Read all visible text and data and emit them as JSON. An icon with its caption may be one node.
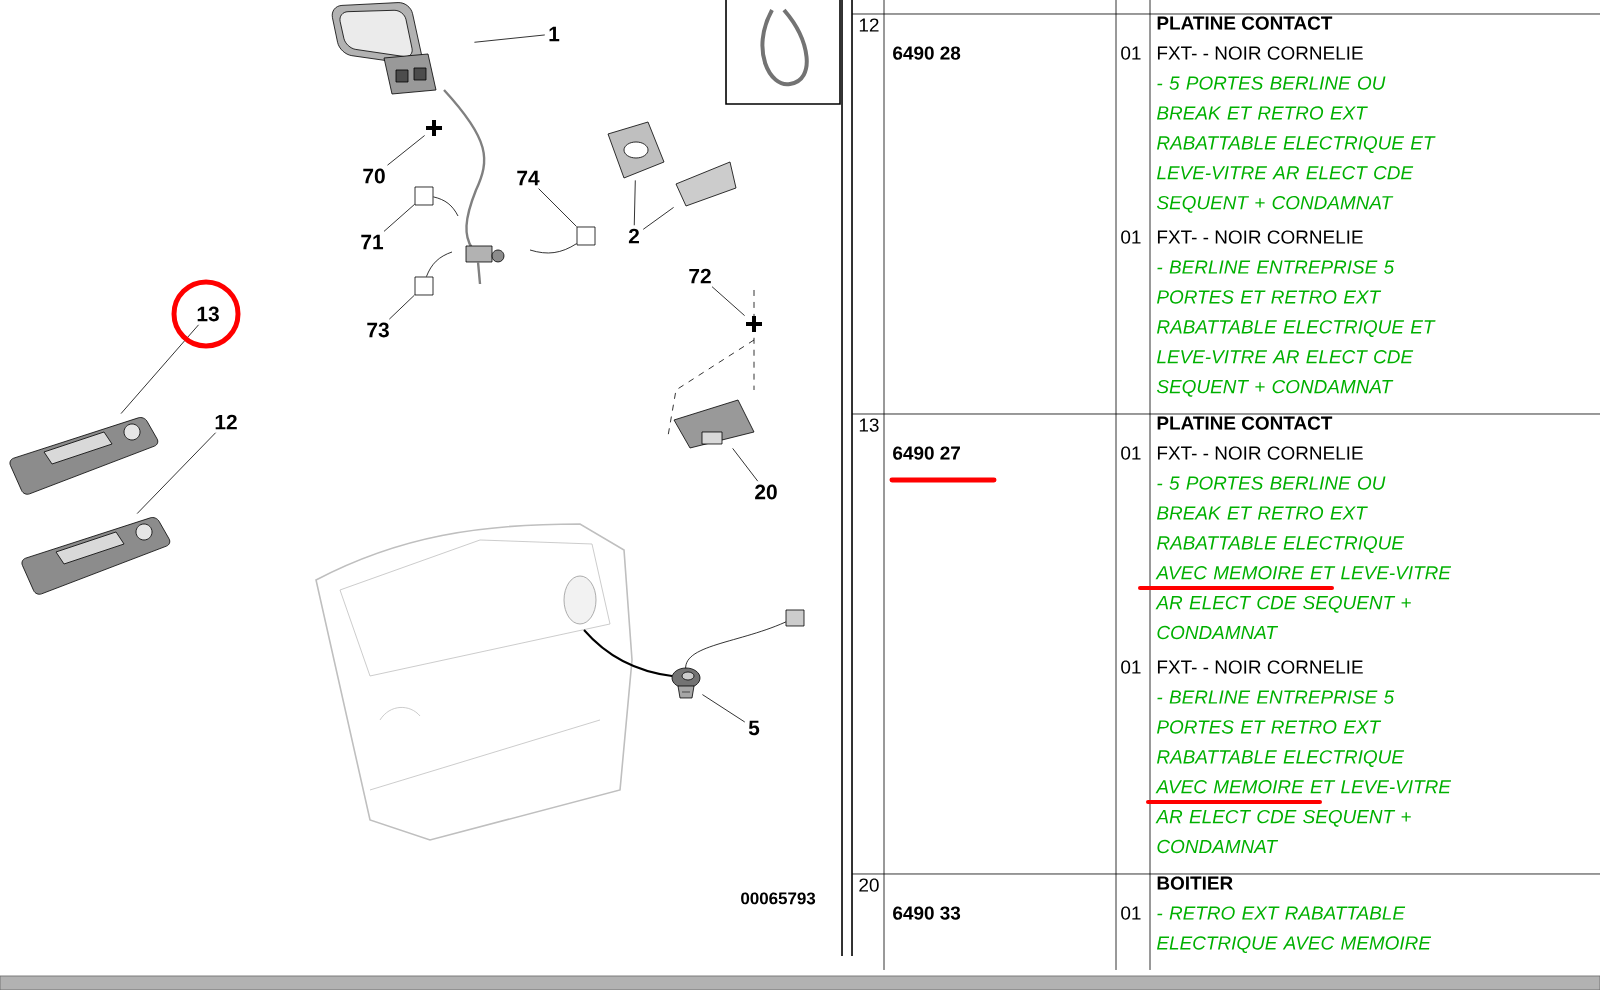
{
  "diagram": {
    "nodes": [
      {
        "text": [
          "1"
        ]
      },
      {
        "text": [],
        "shape": "picture"
      },
      {
        "text": [
          "2"
        ]
      },
      {
        "text": [],
        "shape": "picture"
      },
      {
        "text": [],
        "shape": "picture"
      },
      {
        "text": [
          "70"
        ]
      },
      {
        "text": [],
        "shape": "cross"
      },
      {
        "text": [
          "71"
        ]
      },
      {
        "text": [],
        "shape": "box"
      },
      {
        "text": [
          "73"
        ]
      },
      {
        "text": [],
        "shape": "box"
      },
      {
        "text": [
          "74"
        ]
      },
      {
        "text": [],
        "shape": "box"
      },
      {
        "text": [
          "13"
        ]
      },
      {
        "text": [],
        "shape": "picture"
      },
      {
        "text": [
          "12"
        ]
      },
      {
        "text": [],
        "shape": "picture"
      },
      {
        "text": [
          "72"
        ]
      },
      {
        "text": [],
        "shape": "cross"
      },
      {
        "text": [
          "20"
        ]
      },
      {
        "text": [],
        "shape": "picture"
      },
      {
        "text": [
          "5"
        ]
      },
      {
        "text": [],
        "shape": "picture"
      }
    ],
    "edges": [
      {
        "from": 0,
        "to": 1,
        "arrow": "none"
      },
      {
        "from": 2,
        "to": 3,
        "arrow": "none"
      },
      {
        "from": 2,
        "to": 4,
        "arrow": "none"
      },
      {
        "from": 5,
        "to": 6,
        "arrow": "none"
      },
      {
        "from": 7,
        "to": 8,
        "arrow": "none"
      },
      {
        "from": 8,
        "to": null,
        "arrow": "none"
      },
      {
        "from": 9,
        "to": 10,
        "arrow": "none"
      },
      {
        "from": 10,
        "to": null,
        "arrow": "none"
      },
      {
        "from": 11,
        "to": 12,
        "arrow": "none"
      },
      {
        "from": 12,
        "to": null,
        "arrow": "none"
      },
      {
        "from": 13,
        "to": 14,
        "arrow": "none"
      },
      {
        "from": 15,
        "to": 16,
        "arrow": "none"
      },
      {
        "from": 17,
        "to": 18,
        "arrow": "none"
      },
      {
        "from": 19,
        "to": 20,
        "arrow": "none"
      },
      {
        "from": 21,
        "to": 22,
        "arrow": "none"
      }
    ],
    "labels": [
      "12",
      "PLATINE CONTACT",
      "6490 28",
      "01",
      "FXT- - NOIR CORNELIE",
      "- 5 PORTES BERLINE OU BREAK ET RETRO EXT RABATTABLE ELECTRIQUE ET LEVE-VITRE AR ELECT CDE SEQUENT + CONDAMNAT",
      "01",
      "FXT- - NOIR CORNELIE",
      "- BERLINE ENTREPRISE 5 PORTES ET RETRO EXT RABATTABLE ELECTRIQUE ET LEVE-VITRE AR ELECT CDE SEQUENT + CONDAMNAT",
      "13",
      "PLATINE CONTACT",
      "6490 27",
      "01",
      "FXT- - NOIR CORNELIE",
      "- 5 PORTES BERLINE OU BREAK ET RETRO EXT RABATTABLE ELECTRIQUE AVEC MEMOIRE ET LEVE-VITRE AR ELECT CDE SEQUENT + CONDAMNAT",
      "01",
      "FXT- - NOIR CORNELIE",
      "- BERLINE ENTREPRISE 5 PORTES ET RETRO EXT RABATTABLE ELECTRIQUE AVEC MEMOIRE ET LEVE-VITRE AR ELECT CDE SEQUENT + CONDAMNAT",
      "20",
      "BOITIER",
      "6490 33",
      "01",
      "- RETRO EXT RABATTABLE ELECTRIQUE AVEC MEMOIRE",
      "00065793"
    ]
  }
}
